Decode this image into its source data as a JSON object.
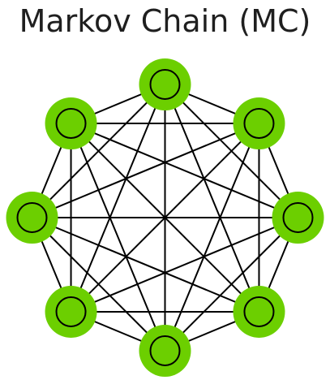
{
  "title": "Markov Chain (MC)",
  "graph": {
    "node_count": 8,
    "topology": "complete graph",
    "colors": {
      "node_fill": "#6ccf00",
      "node_inner": "#ffffff",
      "edge": "#000000",
      "title_text": "#1f1f1f"
    }
  }
}
